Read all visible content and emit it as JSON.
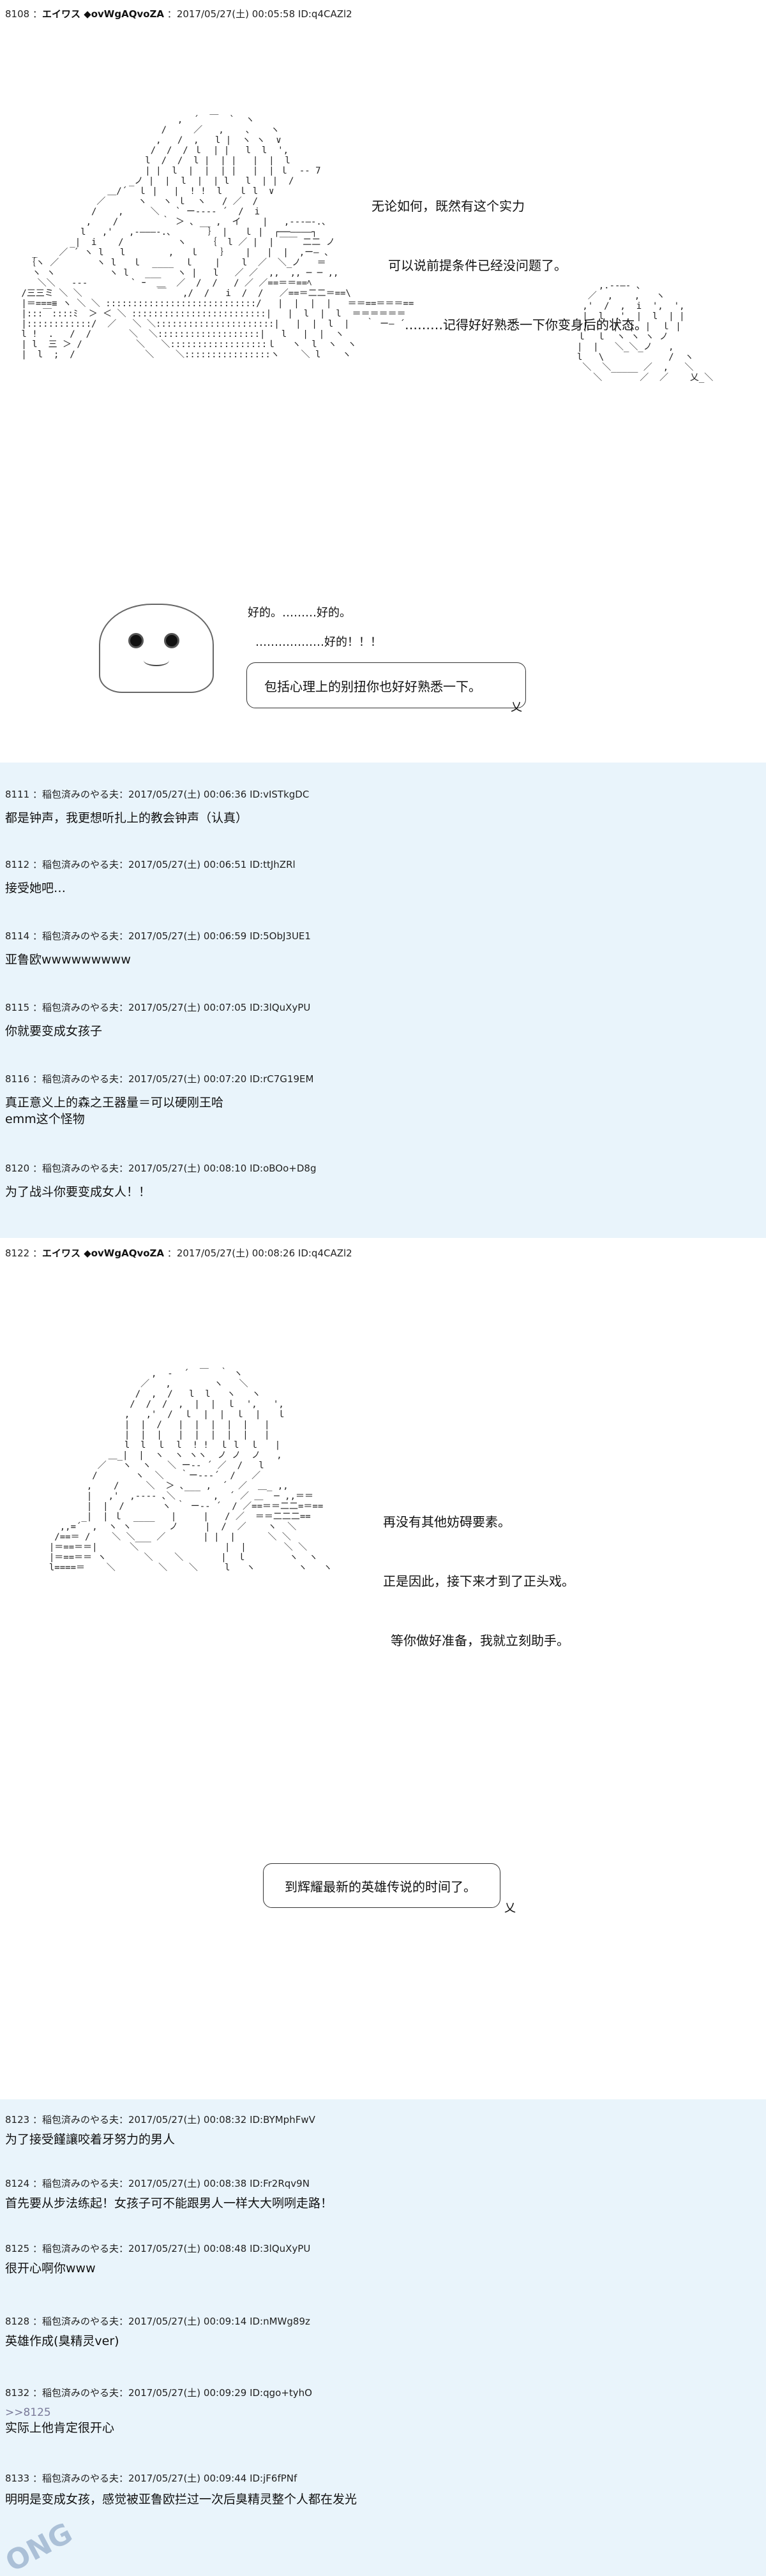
{
  "posts": [
    {
      "id": "p8108",
      "header": {
        "no": "8108",
        "name": "エイワス ◆ovWgAQvoZA",
        "date": "2017/05/27(土) 00:05:58",
        "uid": "ID:q4CAZl2"
      },
      "speech": [
        "无论如何，既然有这个实力",
        "可以说前提条件已经没问题了。",
        "………记得好好熟悉一下你变身后的状态。"
      ],
      "small_lines": [
        "好的。………好的。",
        "………………好的！！！"
      ],
      "bubble": "包括心理上的别扭你也好好熟悉一下。",
      "bubble_suffix": "乂"
    },
    {
      "id": "p8111",
      "header": {
        "no": "8111",
        "name": "稲包済みのやる夫",
        "date": "2017/05/27(土) 00:06:36",
        "uid": "ID:vISTkgDC"
      },
      "text": "都是钟声，我更想听扎上的教会钟声（认真）"
    },
    {
      "id": "p8112",
      "header": {
        "no": "8112",
        "name": "稲包済みのやる夫",
        "date": "2017/05/27(土) 00:06:51",
        "uid": "ID:ttJhZRl"
      },
      "text": "接受她吧…"
    },
    {
      "id": "p8114",
      "header": {
        "no": "8114",
        "name": "稲包済みのやる夫",
        "date": "2017/05/27(土) 00:06:59",
        "uid": "ID:5ObJ3UE1"
      },
      "text": "亚鲁欧wwwwwwwww"
    },
    {
      "id": "p8115",
      "header": {
        "no": "8115",
        "name": "稲包済みのやる夫",
        "date": "2017/05/27(土) 00:07:05",
        "uid": "ID:3lQuXyPU"
      },
      "text": "你就要变成女孩子"
    },
    {
      "id": "p8116",
      "header": {
        "no": "8116",
        "name": "稲包済みのやる夫",
        "date": "2017/05/27(土) 00:07:20",
        "uid": "ID:rC7G19EM"
      },
      "text": "真正意义上的森之王器量＝可以硬刚王哈\nemm这个怪物"
    },
    {
      "id": "p8120",
      "header": {
        "no": "8120",
        "name": "稲包済みのやる夫",
        "date": "2017/05/27(土) 00:08:10",
        "uid": "ID:oBOo+D8g"
      },
      "text": "为了战斗你要变成女人！！"
    },
    {
      "id": "p8122",
      "header": {
        "no": "8122",
        "name": "エイワス ◆ovWgAQvoZA",
        "date": "2017/05/27(土) 00:08:26",
        "uid": "ID:q4CAZl2"
      },
      "speech": [
        "再没有其他妨碍要素。",
        "正是因此，接下来才到了正头戏。",
        "等你做好准备，我就立刻助手。"
      ],
      "bubble": "到辉耀最新的英雄传说的时间了。",
      "bubble_suffix": "乂"
    },
    {
      "id": "p8123",
      "header": {
        "no": "8123",
        "name": "稲包済みのやる夫",
        "date": "2017/05/27(土) 00:08:32",
        "uid": "ID:BYMphFwV"
      },
      "text": "为了接受饉讓咬着牙努力的男人"
    },
    {
      "id": "p8124",
      "header": {
        "no": "8124",
        "name": "稲包済みのやる夫",
        "date": "2017/05/27(土) 00:08:38",
        "uid": "ID:Fr2Rqv9N"
      },
      "text": "首先要从步法练起！女孩子可不能跟男人一样大大咧咧走路！"
    },
    {
      "id": "p8125",
      "header": {
        "no": "8125",
        "name": "稲包済みのやる夫",
        "date": "2017/05/27(土) 00:08:48",
        "uid": "ID:3lQuXyPU"
      },
      "text": "很开心啊你www"
    },
    {
      "id": "p8128",
      "header": {
        "no": "8128",
        "name": "稲包済みのやる夫",
        "date": "2017/05/27(土) 00:09:14",
        "uid": "ID:nMWg89z"
      },
      "text": "英雄作成(臭精灵ver)"
    },
    {
      "id": "p8132",
      "header": {
        "no": "8132",
        "name": "稲包済みのやる夫",
        "date": "2017/05/27(土) 00:09:29",
        "uid": "ID:qgo+tyhO"
      },
      "quote": ">>8125",
      "text": "实际上他肯定很开心"
    },
    {
      "id": "p8133",
      "header": {
        "no": "8133",
        "name": "稲包済みのやる夫",
        "date": "2017/05/27(土) 00:09:44",
        "uid": "ID:jF6fPNf"
      },
      "text": "明明是变成女孩，感觉被亚鲁欧拦过一次后臭精灵整个人都在发光"
    }
  ],
  "watermark": "ONG"
}
